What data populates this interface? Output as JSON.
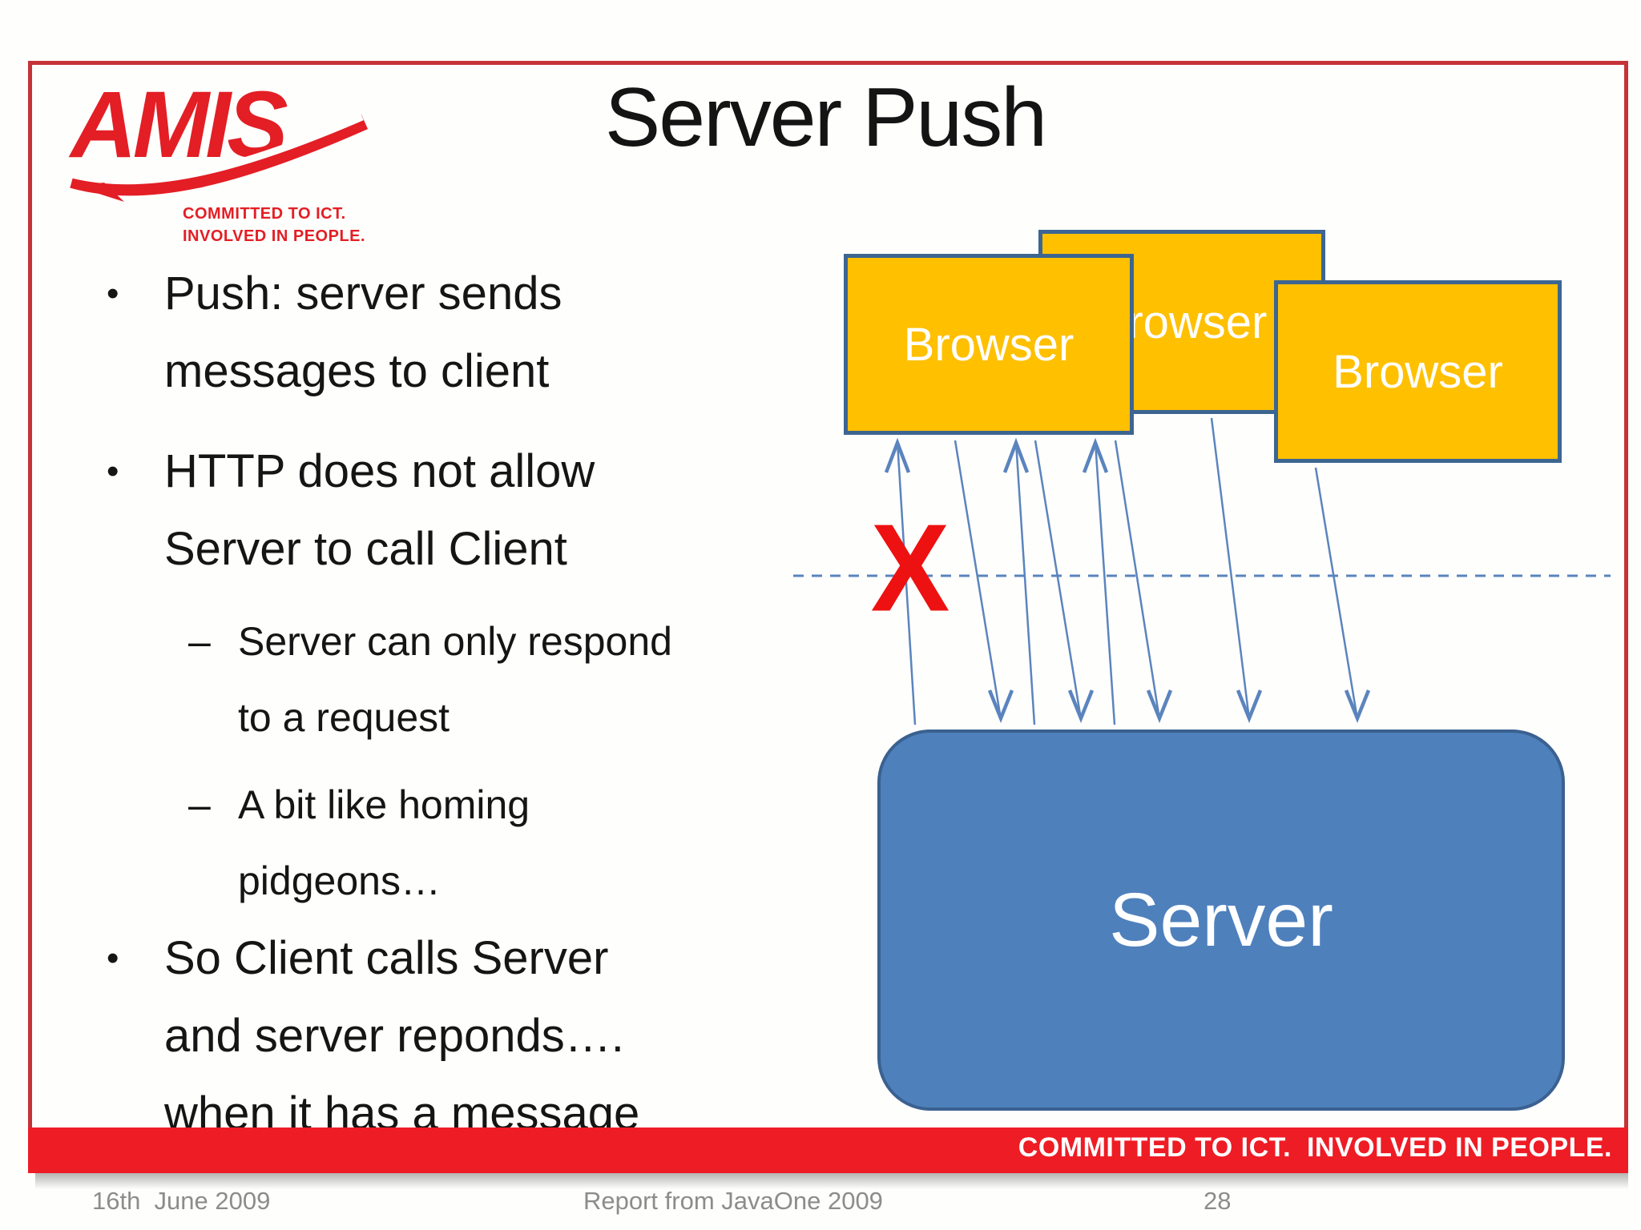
{
  "logo": {
    "text": "AMIS",
    "tagline1": "COMMITTED TO ICT.",
    "tagline2": "INVOLVED IN PEOPLE."
  },
  "title": "Server Push",
  "bullets": {
    "marker_l1": "•",
    "marker_l2": "–",
    "items": [
      {
        "level": 1,
        "lines": [
          "Push: server sends",
          "messages to client"
        ]
      },
      {
        "level": 1,
        "lines": [
          "HTTP does not allow",
          "Server to call Client"
        ]
      },
      {
        "level": 2,
        "lines": [
          "Server can only respond",
          "to a request"
        ]
      },
      {
        "level": 2,
        "lines": [
          "A bit like homing",
          "pidgeons…"
        ]
      },
      {
        "level": 1,
        "lines": [
          "So Client calls Server",
          "and server reponds….",
          "when it has a message"
        ]
      }
    ]
  },
  "diagram": {
    "browser1_label": "Browser",
    "browser2_label": "Browser",
    "browser3_label": "Browser",
    "server_label": "Server",
    "blocked_x": "X"
  },
  "footer_bar": {
    "text": "COMMITTED TO ICT.  INVOLVED IN PEOPLE."
  },
  "footer": {
    "date": "16th  June 2009",
    "center": "Report from JavaOne 2009",
    "page_number": "28"
  },
  "colors": {
    "accent_red": "#e31e25",
    "frame_red": "#c53237",
    "bar_red": "#ee1c25",
    "box_yellow": "#ffc000",
    "box_border_blue": "#3d6591",
    "server_blue": "#4e80bc",
    "server_border_blue": "#3a6190",
    "arrow_blue": "#5b84be",
    "x_red": "#ee1111",
    "footer_gray": "#8c8c8c"
  }
}
